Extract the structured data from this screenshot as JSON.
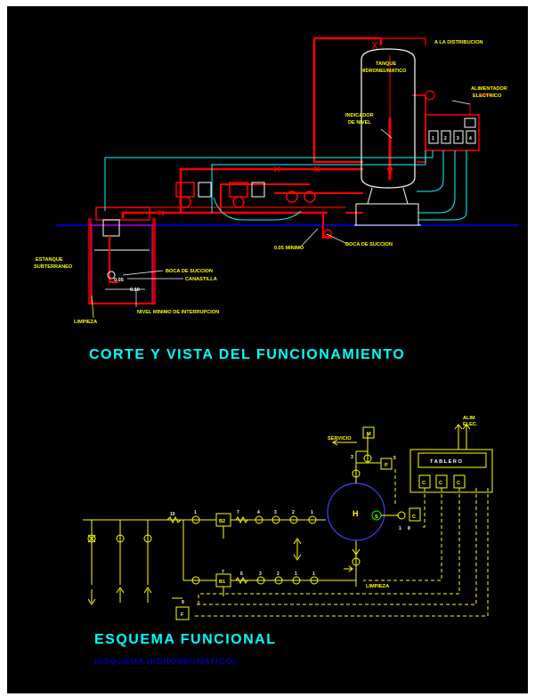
{
  "drawing": {
    "top_labels": {
      "a_la_distribucion": "A LA DISTRIBUCION",
      "tanque_line1": "TANQUE",
      "tanque_line2": "HIDRONEUMATICO",
      "alimentador_line1": "ALIMENTADOR",
      "alimentador_line2": "ELECTRICO",
      "indicador_line1": "INDICADOR",
      "indicador_line2": "DE  NIVEL",
      "estanque_line1": "ESTANQUE",
      "estanque_line2": "SUBTERRANEO",
      "boca_succion_tanque": "BOCA DE SUCCION",
      "boca_succion_estanque": "BOCA DE SUCCION",
      "canastilla": "CANASTILLA",
      "nivel_minimo": "NIVEL MINIMO DE INTERRUPCION",
      "limpieza": "LIMPIEZA",
      "dist_min": "0.05 MINIMO",
      "level_005": "0.05",
      "level_010": "0.10",
      "panel_boxes": [
        "1",
        "2",
        "3",
        "4"
      ]
    },
    "section_title": "CORTE Y VISTA DEL  FUNCIONAMIENTO",
    "bottom_labels": {
      "servicio": "SERVICIO",
      "alim_line1": "ALIM",
      "alim_line2": "ELEC.",
      "tablero": "T A B L E R O",
      "limpieza": "LIMPIEZA",
      "tank_h": "H",
      "pump_b1": "B1",
      "pump_b2": "B2",
      "box_m": "M",
      "box_p": "P",
      "box_f": "F",
      "box_c": [
        "C",
        "C",
        "C",
        "C"
      ],
      "sensor_s": "S",
      "numbers_row_top": [
        "10",
        "1",
        "7",
        "4",
        "3",
        "2",
        "1"
      ],
      "numbers_row_bottom": [
        "7",
        "6",
        "3",
        "2",
        "1",
        "1"
      ],
      "misc_numbers": [
        "3",
        "5",
        "8",
        "9",
        "1"
      ]
    },
    "schema_title": "ESQUEMA  FUNCIONAL",
    "schema_subtitle": "(ESQUEMA   HIDRONEUMATICO)",
    "colors": {
      "background": "#000000",
      "frame": "#ffffff",
      "piping": "#ff0000",
      "tank": "#ffffff",
      "conduit": "#00ffff",
      "ground": "#0000ff",
      "labels": "#ffff00",
      "title": "#00ffff",
      "subtitle": "#0000ff",
      "schema_lines": "#ffff00"
    }
  }
}
